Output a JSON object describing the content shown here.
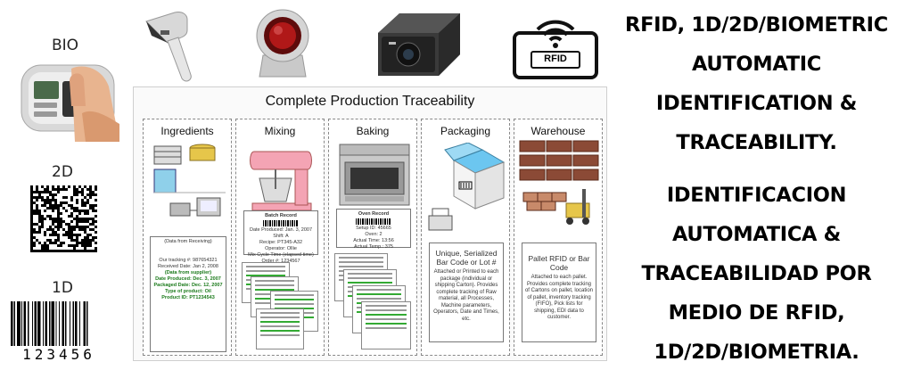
{
  "left_labels": {
    "bio": "BIO",
    "two_d": "2D",
    "one_d": "1D"
  },
  "barcode_number": "123456",
  "rfid_badge": "RFID",
  "headline_en": [
    "RFID, 1D/2D/BIOMETRIC",
    "AUTOMATIC",
    "IDENTIFICATION &",
    "TRACEABILITY."
  ],
  "headline_es": [
    "IDENTIFICACION",
    "AUTOMATICA &",
    "TRACEABILIDAD POR",
    "MEDIO DE RFID,",
    "1D/2D/BIOMETRIA."
  ],
  "diagram": {
    "title": "Complete Production Traceability",
    "stages": {
      "ingredients": "Ingredients",
      "mixing": "Mixing",
      "baking": "Baking",
      "packaging": "Packaging",
      "warehouse": "Warehouse"
    },
    "ingredients_record": {
      "caption": "(Data from Receiving)",
      "tracking": "Our tracking #: 987654321",
      "received": "Received Date: Jan 2, 2008",
      "from_supplier": "(Data from supplier)",
      "produced": "Date Produced: Dec. 3, 2007",
      "packaged": "Packaged Date: Dec. 12, 2007",
      "type": "Type of product: Oil",
      "product_id": "Product ID: PT1234543"
    },
    "mixing_record": {
      "title": "Batch Record",
      "date": "Date Produced: Jan. 3, 2007",
      "shift": "Shift: A",
      "recipe": "Recipe: PT345-A32",
      "operator": "Operator: Ollie",
      "cycle": "Mix Cycle Time (elapsed time)",
      "order": "Order #: 1234567"
    },
    "baking_record": {
      "title": "Oven Record",
      "setup": "Setup ID: 45665",
      "oven": "Oven: 2",
      "actual_time": "Actual Time: 13:56",
      "actual_temp": "Actual Temp.: 375"
    },
    "packaging_note": {
      "heading": "Unique, Serialized Bar Code or Lot #",
      "body": "Attached or Printed to each package (individual or shipping Carton). Provides complete tracking of Raw material, all Processes, Machine parameters, Operators, Date and Times, etc."
    },
    "warehouse_note": {
      "heading": "Pallet RFID or Bar Code",
      "body": "Attached to each pallet. Provides complete tracking of Cartons on pallet, location of pallet, inventory tracking (FIFO), Pick lists for shipping, EDI data to customer."
    }
  },
  "colors": {
    "scanner_red": "#b01818",
    "sky_blue": "#6cc6f0",
    "oven_gray": "#c9c9c9",
    "pallet_brown": "#8b4a36",
    "green_text": "#1b7a1b"
  }
}
